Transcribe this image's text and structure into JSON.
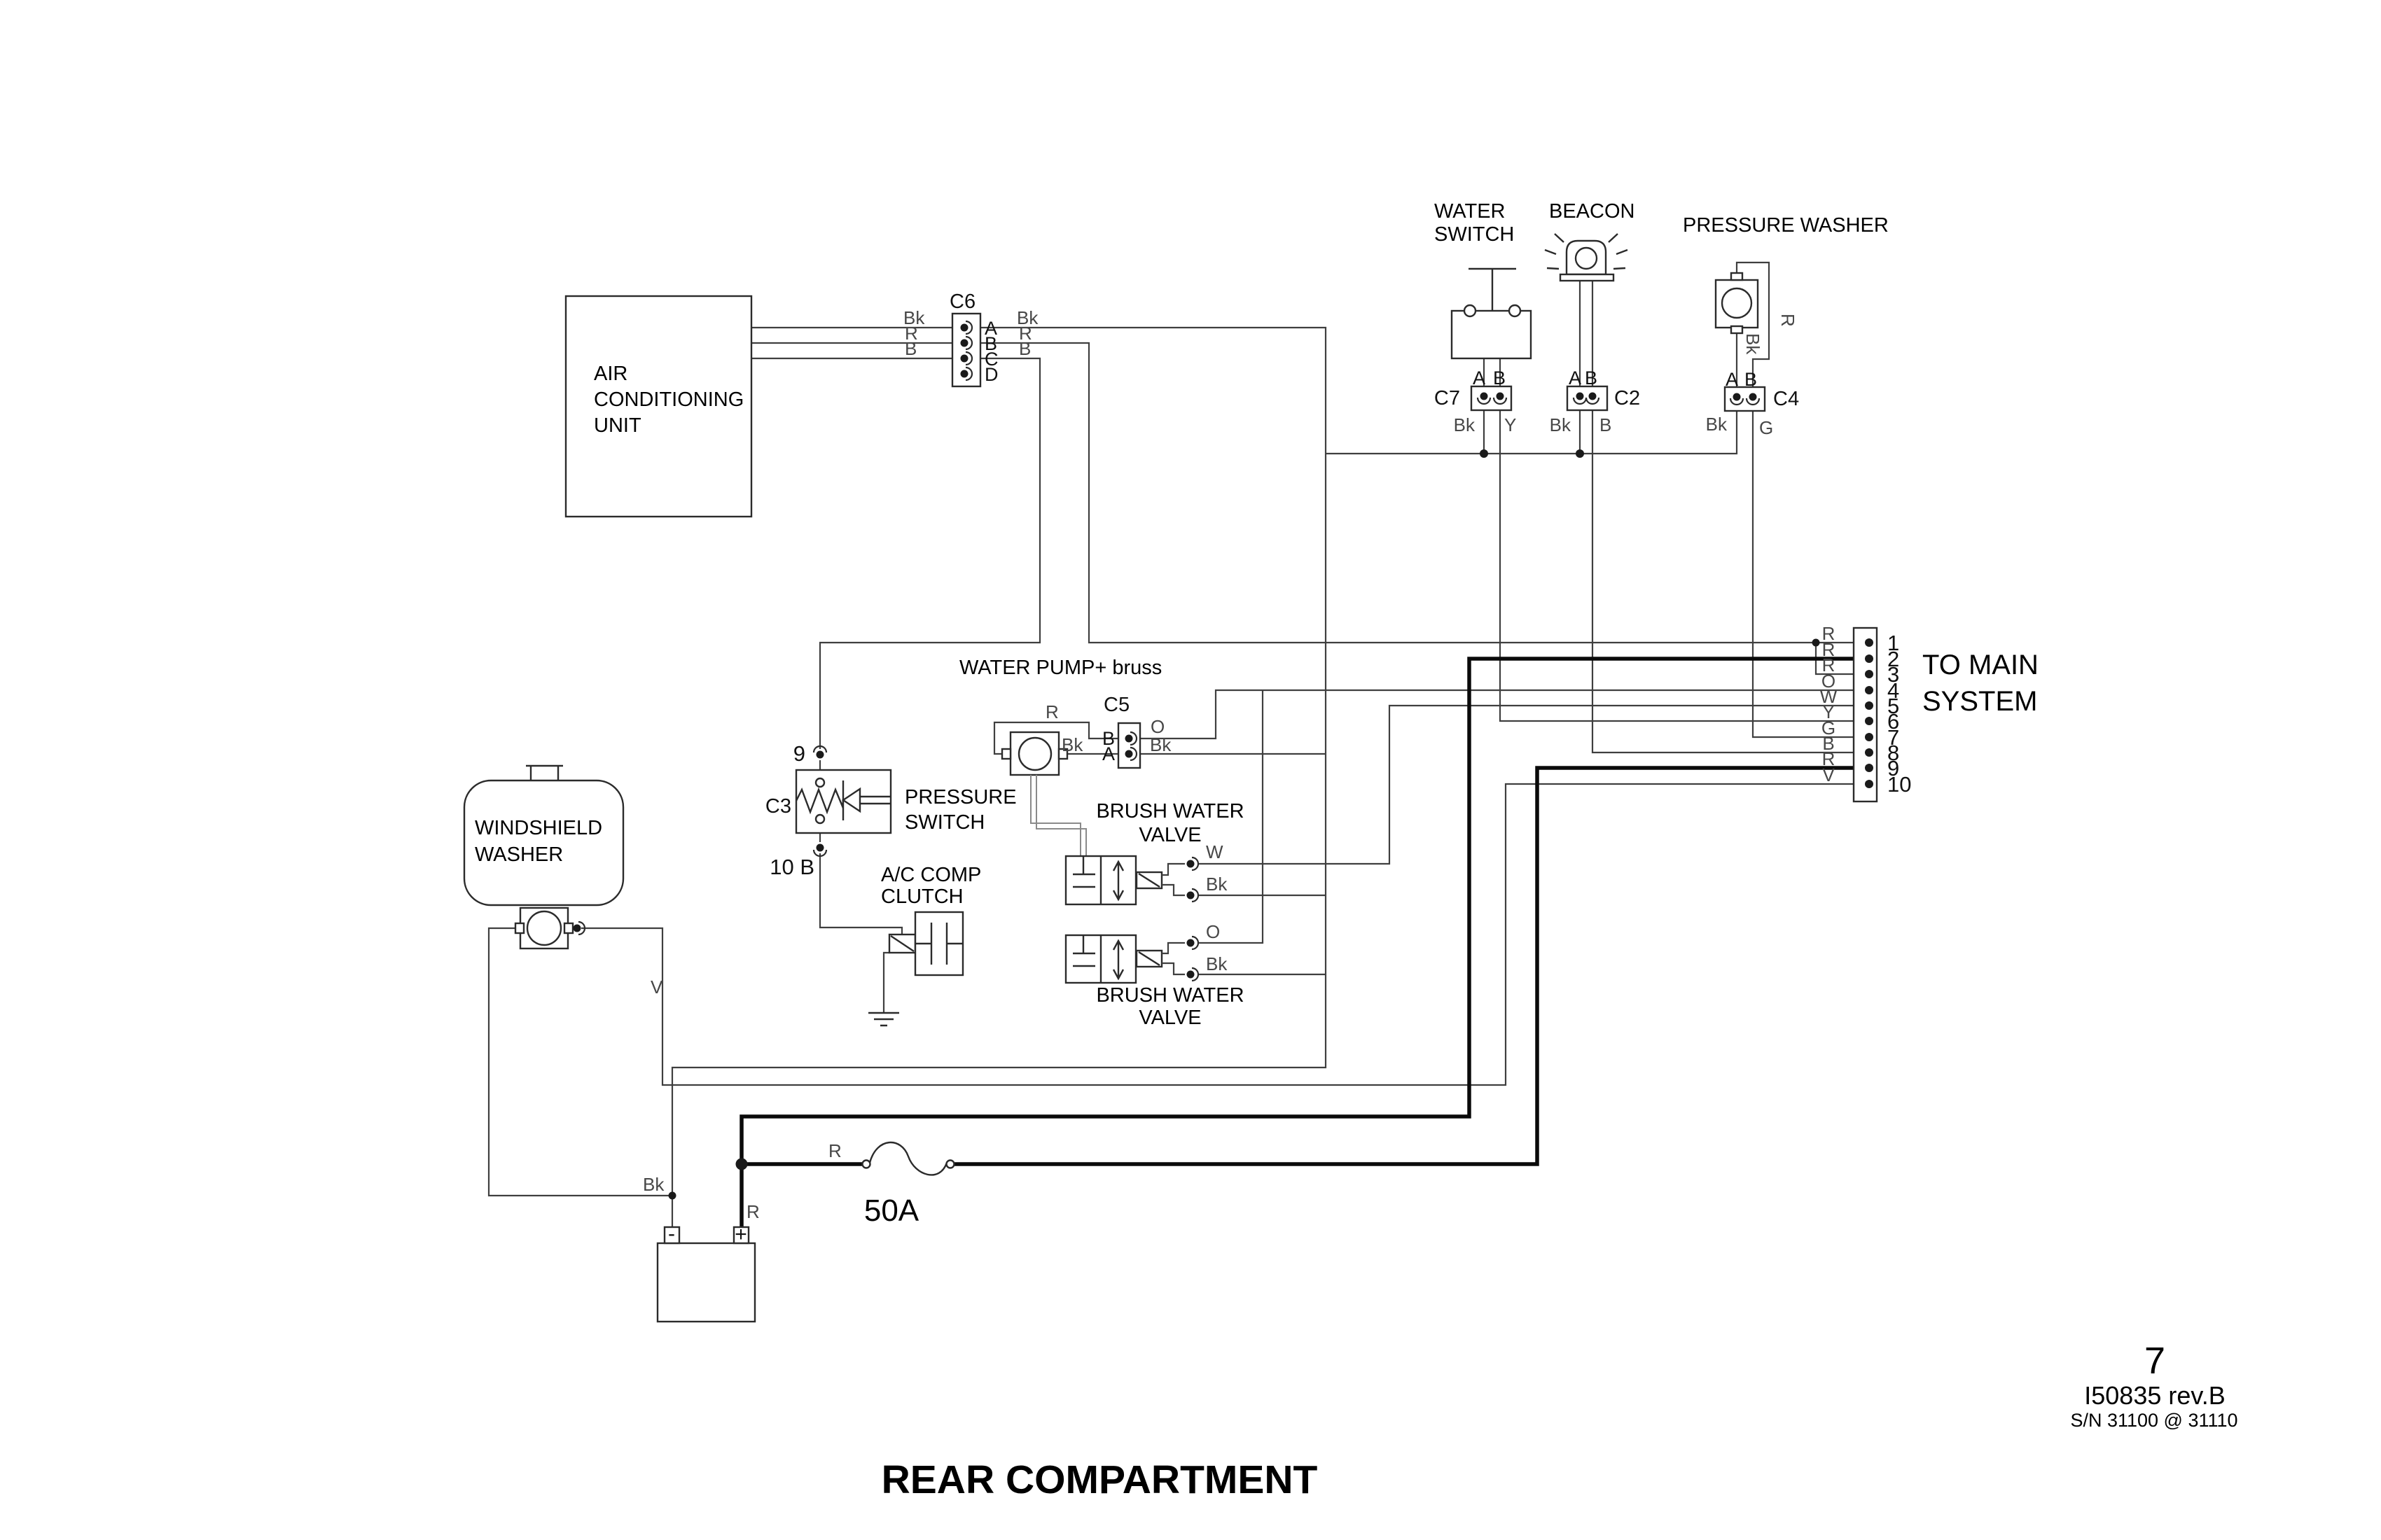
{
  "title": "REAR COMPARTMENT",
  "footer": {
    "page": "7",
    "doc": "I50835 rev.B",
    "serial": "S/N 31100 @ 31110"
  },
  "main_system": {
    "line1": "TO MAIN",
    "line2": "SYSTEM",
    "pins": [
      {
        "n": "1",
        "c": "R"
      },
      {
        "n": "2",
        "c": "R"
      },
      {
        "n": "3",
        "c": "R"
      },
      {
        "n": "4",
        "c": "O"
      },
      {
        "n": "5",
        "c": "W"
      },
      {
        "n": "6",
        "c": "Y"
      },
      {
        "n": "7",
        "c": "G"
      },
      {
        "n": "8",
        "c": "B"
      },
      {
        "n": "9",
        "c": "R"
      },
      {
        "n": "10",
        "c": "V"
      }
    ]
  },
  "ac_unit": {
    "l1": "AIR",
    "l2": "CONDITIONING",
    "l3": "UNIT"
  },
  "c6": {
    "name": "C6",
    "pinA": "A",
    "pinB": "B",
    "pinC": "C",
    "pinD": "D",
    "leftBk": "Bk",
    "leftR": "R",
    "leftB": "B",
    "rightBk": "Bk",
    "rightR": "R",
    "rightB": "B"
  },
  "water_switch": {
    "l1": "WATER",
    "l2": "SWITCH",
    "conn": "C7",
    "pinA": "A",
    "pinB": "B",
    "wireA": "Bk",
    "wireB": "Y"
  },
  "beacon": {
    "label": "BEACON",
    "conn": "C2",
    "pinA": "A",
    "pinB": "B",
    "wireA": "Bk",
    "wireB": "B"
  },
  "pressure_washer": {
    "label": "PRESSURE WASHER",
    "conn": "C4",
    "pinA": "A",
    "pinB": "B",
    "wireA": "Bk",
    "wireB": "G",
    "wireR": "R",
    "wireBk": "Bk"
  },
  "water_pump": {
    "label": "WATER PUMP+ bruss",
    "conn": "C5",
    "pinTop": "B",
    "pinBottom": "A",
    "wireR": "R",
    "wireBkLeft": "Bk",
    "wireO": "O",
    "wireBkRight": "Bk"
  },
  "pressure_switch": {
    "conn": "C3",
    "l1": "PRESSURE",
    "l2": "SWITCH",
    "t9": "9",
    "t10": "10 B"
  },
  "ac_clutch": {
    "l1": "A/C COMP",
    "l2": "CLUTCH"
  },
  "valve1": {
    "l1": "BRUSH WATER",
    "l2": "VALVE",
    "wTop": "W",
    "wBot": "Bk"
  },
  "valve2": {
    "l1": "BRUSH WATER",
    "l2": "VALVE",
    "wTop": "O",
    "wBot": "Bk"
  },
  "washer": {
    "l1": "WINDSHIELD",
    "l2": "WASHER",
    "wireV": "V",
    "wireBk": "Bk"
  },
  "battery": {
    "minus": "-",
    "plus": "+",
    "wireR": "R",
    "wireBk": "Bk"
  },
  "fuse": {
    "rating": "50A",
    "wireR": "R"
  }
}
